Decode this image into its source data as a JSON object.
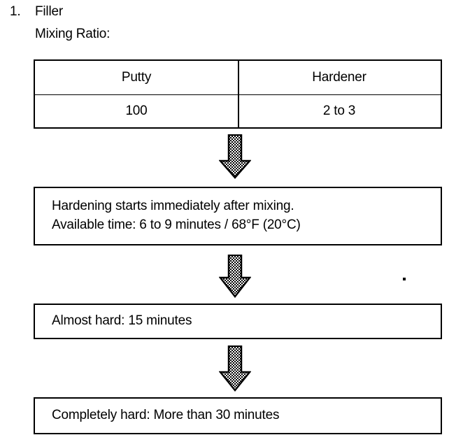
{
  "document": {
    "item_number": "1.",
    "item_title": "Filler",
    "subheading": "Mixing Ratio:"
  },
  "table": {
    "headers": [
      "Putty",
      "Hardener"
    ],
    "values": [
      "100",
      "2 to 3"
    ]
  },
  "flow": {
    "steps": [
      {
        "name": "hardening-start",
        "lines": [
          "Hardening starts immediately after mixing.",
          "Available time: 6 to 9 minutes / 68°F (20°C)"
        ]
      },
      {
        "name": "almost-hard",
        "lines": [
          "Almost hard: 15 minutes"
        ]
      },
      {
        "name": "completely-hard",
        "lines": [
          "Completely hard: More than 30 minutes"
        ]
      }
    ],
    "arrows": [
      {
        "name": "arrow-down-1"
      },
      {
        "name": "arrow-down-2"
      },
      {
        "name": "arrow-down-3"
      }
    ]
  },
  "colors": {
    "ink": "#000000",
    "paper": "#ffffff",
    "arrow_fill": "#808080"
  }
}
